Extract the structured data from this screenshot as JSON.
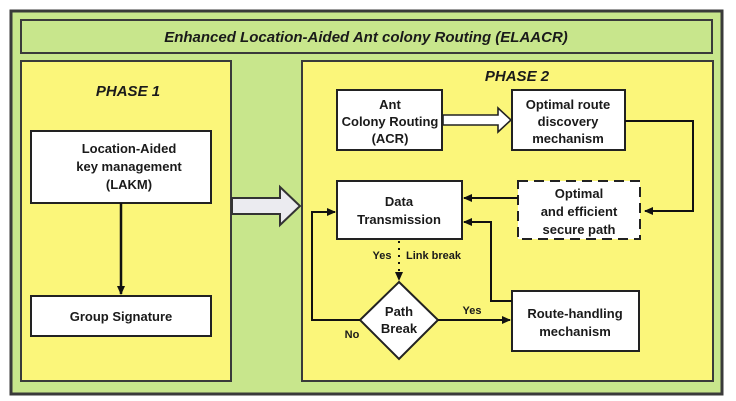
{
  "title": "Enhanced Location-Aided Ant colony Routing (ELAACR)",
  "colors": {
    "outer_bg": "#c8e68c",
    "phase_bg": "#fbf67a",
    "box_bg": "#ffffff",
    "border": "#333333",
    "big_arrow_fill": "#ebebf0"
  },
  "phase1": {
    "label": "PHASE 1",
    "lakm": [
      "Location-Aided",
      "key management",
      "(LAKM)"
    ],
    "group_signature": "Group Signature"
  },
  "phase2": {
    "label": "PHASE 2",
    "acr": [
      "Ant",
      "Colony Routing",
      "(ACR)"
    ],
    "optimal_route": [
      "Optimal route",
      "discovery",
      "mechanism"
    ],
    "data_transmission": [
      "Data",
      "Transmission"
    ],
    "secure_path": [
      "Optimal",
      "and efficient",
      "secure path"
    ],
    "path_break": [
      "Path",
      "Break"
    ],
    "route_handling": [
      "Route-handling",
      "mechanism"
    ],
    "labels": {
      "yes_top": "Yes",
      "link_break": "Link break",
      "yes_right": "Yes",
      "no": "No"
    }
  }
}
